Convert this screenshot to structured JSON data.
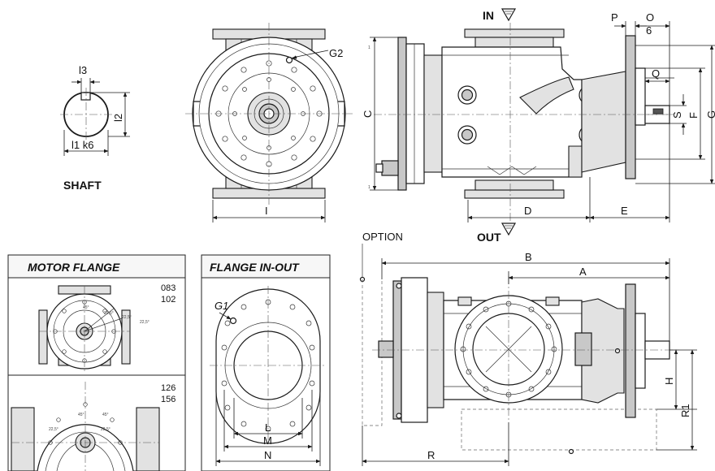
{
  "shaft": {
    "title": "SHAFT",
    "dims": {
      "l3": "l3",
      "l2": "l2",
      "l1": "l1 k6"
    }
  },
  "front_view": {
    "dims": {
      "g2": "G2",
      "l": "I"
    }
  },
  "side_view": {
    "in_label": "IN",
    "out_label": "OUT",
    "dims": {
      "c": "C",
      "d": "D",
      "e": "E",
      "p": "P",
      "o": "O",
      "six": "6",
      "q": "Q",
      "s": "S",
      "f": "F",
      "g": "G"
    }
  },
  "motor_flange": {
    "title": "MOTOR FLANGE",
    "size_a": [
      "083",
      "102"
    ],
    "size_b": [
      "126",
      "156"
    ]
  },
  "flange_inout": {
    "title": "FLANGE IN-OUT",
    "dims": {
      "g1": "G1",
      "l": "L",
      "m": "M",
      "n": "N"
    }
  },
  "bottom_view": {
    "option": "OPTION",
    "dims": {
      "b": "B",
      "a": "A",
      "h": "H",
      "r1": "R1",
      "r": "R"
    }
  }
}
